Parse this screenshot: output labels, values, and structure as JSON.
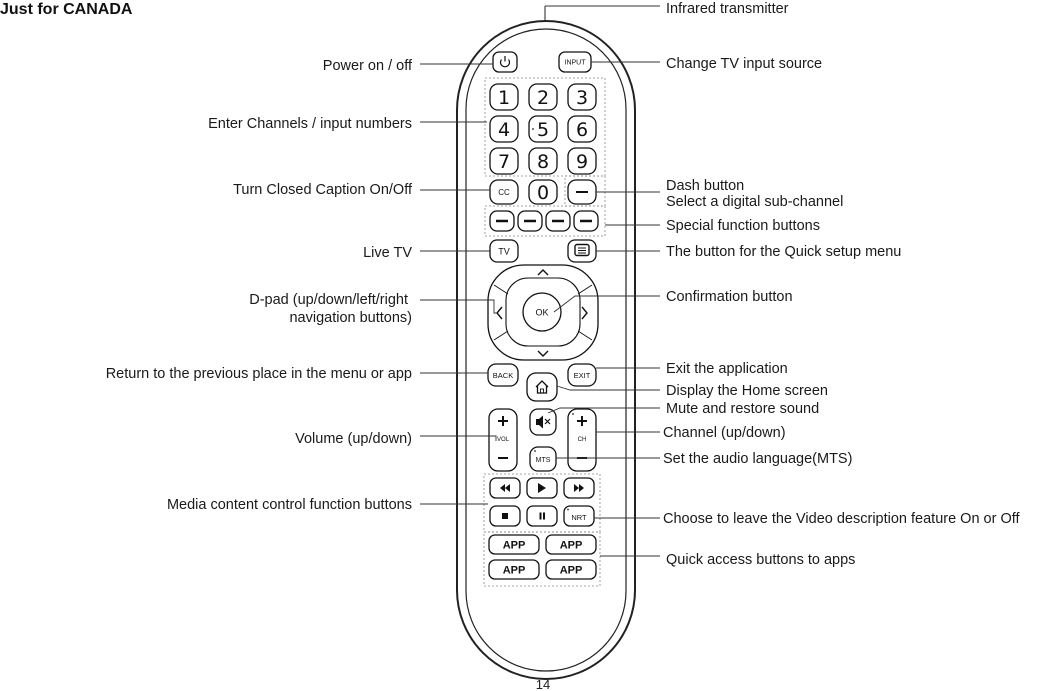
{
  "heading": "Just for CANADA",
  "page_number": "14",
  "buttons": {
    "input": "INPUT",
    "digits": [
      "1",
      "2",
      "3",
      "4",
      "5",
      "6",
      "7",
      "8",
      "9"
    ],
    "zero": "0",
    "cc": "CC",
    "tv": "TV",
    "ok": "OK",
    "back": "BACK",
    "exit": "EXIT",
    "mts": "MTS",
    "vol": "VOL",
    "ch": "CH",
    "nrt": "NRT",
    "app": "APP"
  },
  "labels_left": {
    "power": "Power on / off",
    "numbers": "Enter Channels / input numbers",
    "cc": "Turn Closed Caption On/Off",
    "live_tv": "Live TV",
    "dpad_line1": "D-pad (up/down/left/right",
    "dpad_line2": "navigation buttons)",
    "back": "Return to the previous place in the menu or app",
    "volume": "Volume (up/down)",
    "media": "Media content control function buttons"
  },
  "labels_right": {
    "ir": "Infrared transmitter",
    "input": "Change TV input source",
    "dash_line1": "Dash button",
    "dash_line2": "Select a digital sub-channel",
    "special": "Special function buttons",
    "quick_setup": "The button for the Quick setup menu",
    "ok": "Confirmation button",
    "exit": "Exit the application",
    "home": "Display the Home screen",
    "mute": "Mute and restore sound",
    "channel": "Channel (up/down)",
    "mts": "Set the audio language(MTS)",
    "nrt": "Choose to leave the Video description feature On or Off",
    "apps": "Quick access buttons to apps"
  }
}
